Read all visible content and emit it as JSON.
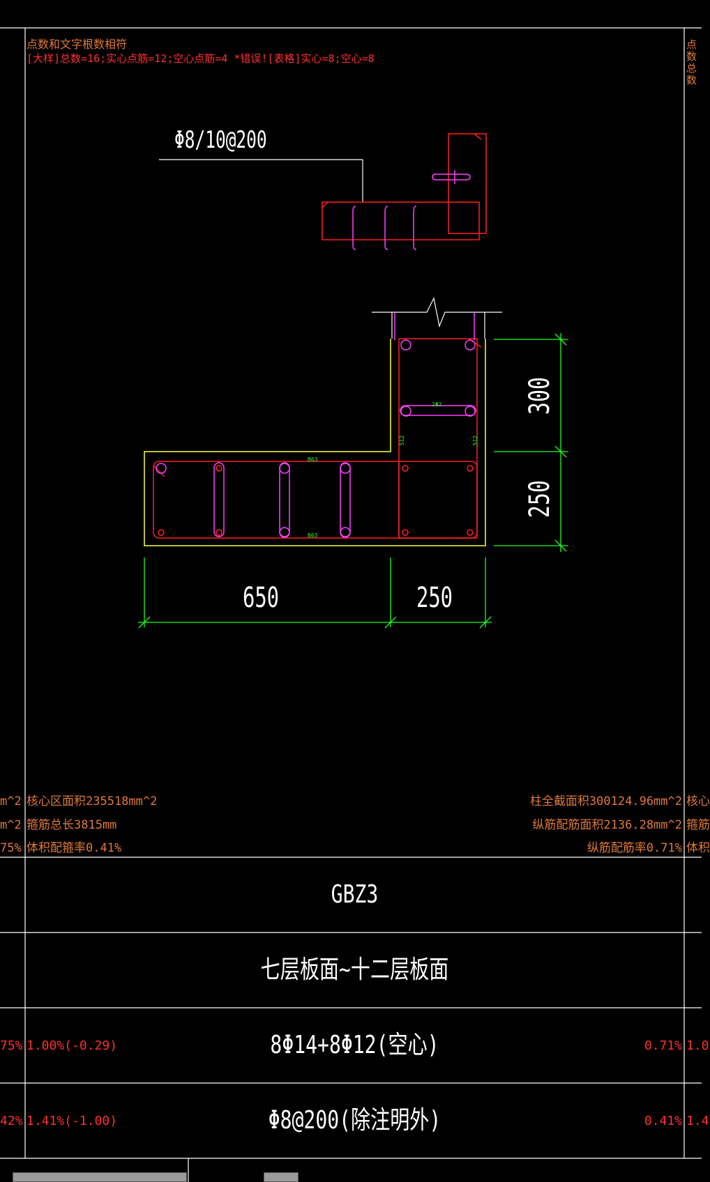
{
  "notes": {
    "line1": "点数和文字根数相符",
    "line2": "[大样]总数=16;实心点筋=12;空心点筋=4  *错误![表格]实心=8;空心=8",
    "right_clip": "点数 总数"
  },
  "drawing": {
    "stirrup_label": "Φ8/10@200",
    "dims": {
      "d300": "300",
      "d250_right": "250",
      "d650": "650",
      "d250_bottom": "250"
    },
    "small_labels": {
      "b63_top": "B63",
      "b63_bottom": "B63",
      "tie": "2Φ2",
      "s12a": "512",
      "s12b": "512"
    }
  },
  "stats": {
    "left": [
      {
        "clip": "m^2",
        "text": "核心区面积235518mm^2"
      },
      {
        "clip": "m^2",
        "text": "箍筋总长3815mm"
      },
      {
        "clip": "75%",
        "text": "体积配箍率0.41%"
      }
    ],
    "right": [
      {
        "text": "柱全截面积300124.96mm^2",
        "clip": "核心"
      },
      {
        "text": "纵筋配筋面积2136.28mm^2",
        "clip": "箍筋"
      },
      {
        "text": "纵筋配筋率0.71%",
        "clip": "体积"
      }
    ]
  },
  "table": {
    "name": "GBZ3",
    "floors": "七层板面~十二层板面",
    "long_rebar": "8Φ14+8Φ12(空心)",
    "stirrup": "Φ8@200(除注明外)",
    "row3_left_clip": "75%",
    "row3_left_value": "1.00%(-0.29)",
    "row3_right_value": "0.71%",
    "row3_right_clip": "1.0",
    "row4_left_clip": "42%",
    "row4_left_value": "1.41%(-1.00)",
    "row4_right_value": "0.41%",
    "row4_right_clip": "1.4"
  },
  "colors": {
    "border": "#ffffff",
    "rebar": "#ff2020",
    "tie": "#ff40ff",
    "outline": "#ffff40",
    "dimension": "#20ff20",
    "note": "#e07a3a"
  }
}
